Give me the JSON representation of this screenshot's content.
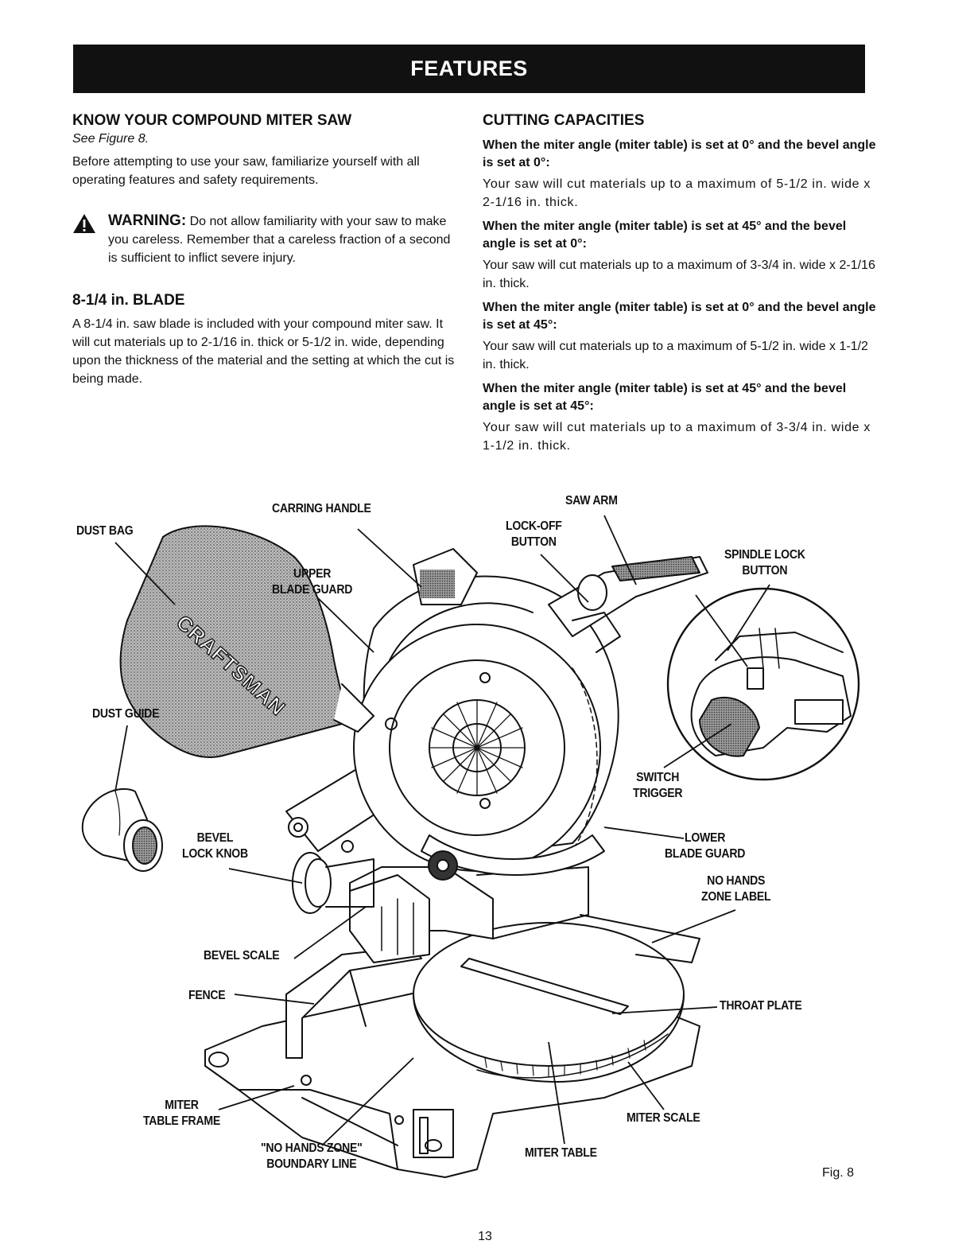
{
  "banner": "FEATURES",
  "left": {
    "heading": "KNOW YOUR COMPOUND MITER SAW",
    "see_figure": "See Figure 8.",
    "intro": "Before attempting to use your saw, familiarize yourself with all operating features and safety requirements.",
    "warning_label": "WARNING:",
    "warning_text": "Do not allow familiarity with your saw to make you careless. Remember that a careless fraction of a second is sufficient to inflict severe injury.",
    "blade_heading": "8-1/4 in. BLADE",
    "blade_text": "A 8-1/4 in. saw blade is included with your compound miter saw. It will cut materials up to 2-1/16 in. thick or 5-1/2 in. wide, depending upon the thickness of the material and the setting at which the cut is being made."
  },
  "right": {
    "heading": "CUTTING CAPACITIES",
    "items": [
      {
        "condition": "When the miter angle (miter table) is set at 0° and the bevel angle is set at 0°:",
        "result": "Your saw will cut materials up to a maximum of 5-1/2 in. wide x 2-1/16 in. thick."
      },
      {
        "condition": "When the miter angle (miter table) is set at 45° and the bevel angle is set at 0°:",
        "result": "Your saw will cut materials up to a maximum of 3-3/4 in. wide x 2-1/16 in. thick."
      },
      {
        "condition": "When the miter angle (miter table) is set at 0° and the bevel angle is set at 45°:",
        "result": "Your saw will cut materials up to a maximum of 5-1/2 in. wide x 1-1/2 in. thick."
      },
      {
        "condition": "When the miter angle (miter table) is set at 45° and the bevel angle is set at 45°:",
        "result": "Your saw will cut materials up to a maximum of 3-3/4 in. wide x 1-1/2 in. thick."
      }
    ]
  },
  "figure": {
    "labels": {
      "dust_bag": "DUST BAG",
      "carring_handle": "CARRING HANDLE",
      "saw_arm": "SAW ARM",
      "lock_off_button": "LOCK-OFF\nBUTTON",
      "spindle_lock_button": "SPINDLE LOCK\nBUTTON",
      "upper_blade_guard": "UPPER\nBLADE GUARD",
      "dust_guide": "DUST GUIDE",
      "switch_trigger": "SWITCH\nTRIGGER",
      "bevel_lock_knob": "BEVEL\nLOCK KNOB",
      "lower_blade_guard": "LOWER\nBLADE GUARD",
      "no_hands_zone_label": "NO HANDS\nZONE LABEL",
      "bevel_scale": "BEVEL SCALE",
      "fence": "FENCE",
      "throat_plate": "THROAT PLATE",
      "miter_table_frame": "MITER\nTABLE FRAME",
      "miter_scale": "MITER SCALE",
      "no_hands_zone_boundary": "\"NO HANDS ZONE\"\nBOUNDARY LINE",
      "miter_table": "MITER TABLE",
      "brand": "CRAFTSMAN"
    },
    "caption": "Fig. 8"
  },
  "page_number": "13"
}
